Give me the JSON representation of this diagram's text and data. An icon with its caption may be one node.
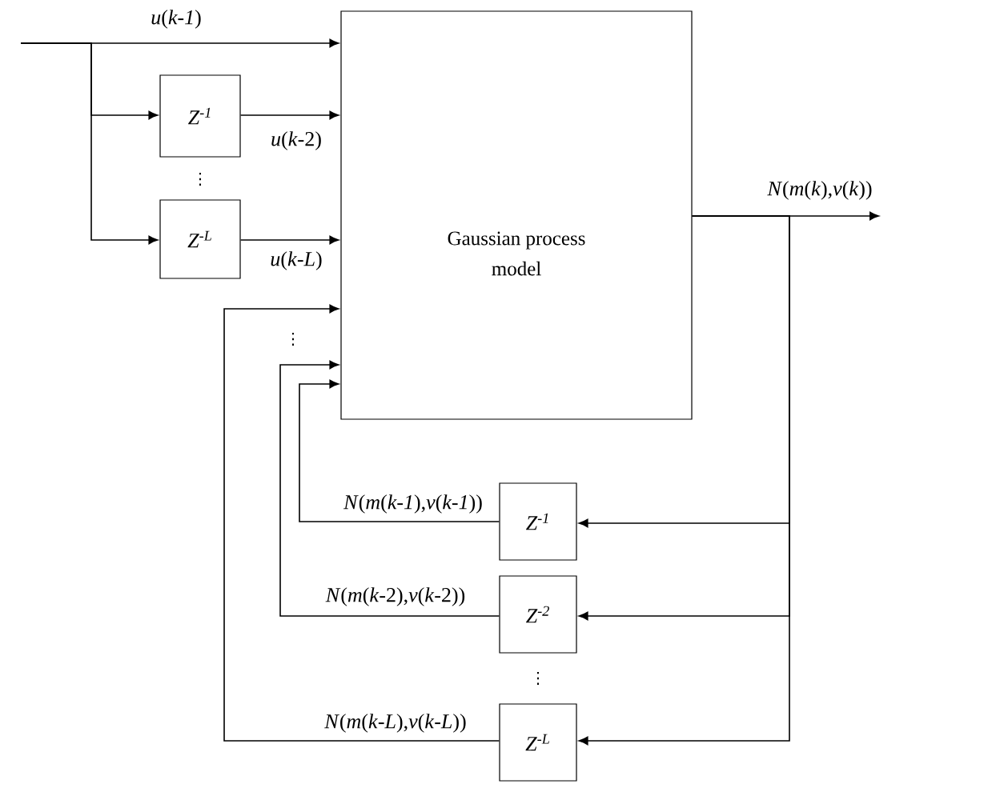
{
  "diagram": {
    "nodes": [
      {
        "text": [
          "Gaussian process model"
        ]
      },
      {
        "text": [
          "Z$^{-1}$"
        ]
      },
      {
        "text": [
          "Z$^{-L}$"
        ]
      },
      {
        "text": [
          "Z$^{-1}$"
        ]
      },
      {
        "text": [
          "Z$^{-2}$"
        ]
      },
      {
        "text": [
          "Z$^{-L}$"
        ]
      }
    ],
    "edges": [
      {
        "from": null,
        "to": 0,
        "arrow": "to",
        "label": "*u*(*k-1*)"
      },
      {
        "from": null,
        "to": 1,
        "arrow": "to"
      },
      {
        "from": null,
        "to": 2,
        "arrow": "to"
      },
      {
        "from": 1,
        "to": 0,
        "arrow": "to",
        "label": "*u*(*k*-2)"
      },
      {
        "from": 2,
        "to": 0,
        "arrow": "to",
        "label": "*u*(*k*-*L*)"
      },
      {
        "from": 0,
        "to": null,
        "arrow": "to",
        "label": "*N*(*m*(*k*),*v*(*k*))"
      },
      {
        "from": 0,
        "to": 3,
        "arrow": "to"
      },
      {
        "from": 0,
        "to": 4,
        "arrow": "to"
      },
      {
        "from": 0,
        "to": 5,
        "arrow": "to"
      },
      {
        "from": 3,
        "to": 0,
        "arrow": "to",
        "label": "*N*(*m*(*k-1*),*v*(*k-1*))"
      },
      {
        "from": 4,
        "to": 0,
        "arrow": "to",
        "label": "*N*(*m*(*k*-2),*v*(*k*-2))"
      },
      {
        "from": 5,
        "to": 0,
        "arrow": "to",
        "label": "*N*(*m*(*k*-*L*),*v*(*k*-*L*))"
      }
    ],
    "labels": [
      "⋮",
      "⋮",
      "⋮"
    ]
  }
}
